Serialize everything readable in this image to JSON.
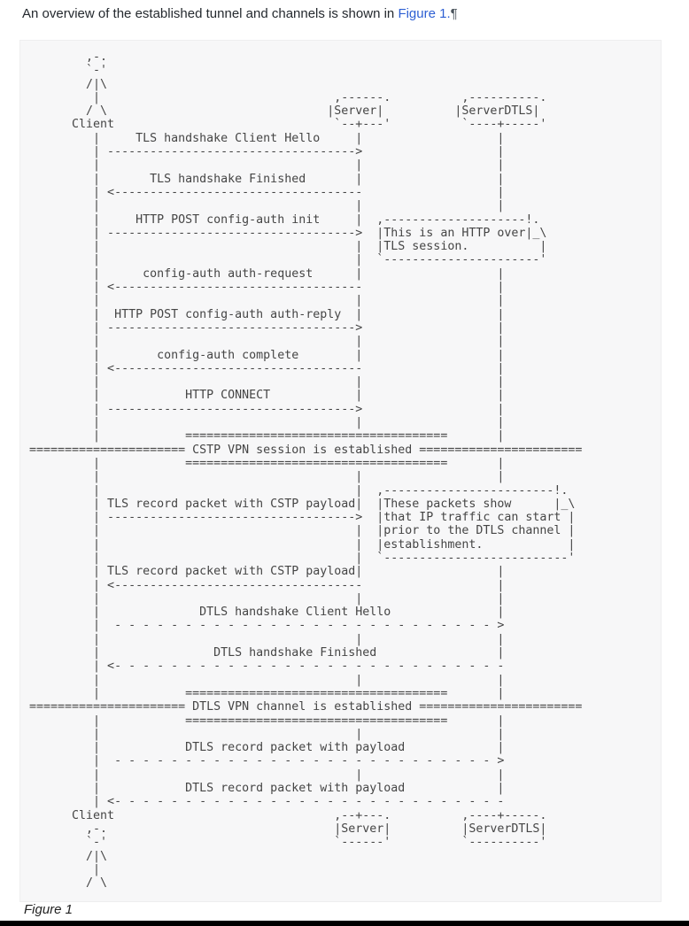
{
  "page": {
    "paragraph_text": "An overview of the established tunnel and channels is shown in ",
    "link_text": "Figure 1.",
    "pilcrow": "¶"
  },
  "figure": {
    "caption": "Figure 1",
    "lines": [
      "        ,-.",
      "        `-'",
      "        /|\\",
      "         |                                 ,------.          ,----------.",
      "        / \\                               |Server|          |ServerDTLS|",
      "      Client                               `--+---'          `----+-----'",
      "         |     TLS handshake Client Hello     |                   |",
      "         | ----------------------------------->                   |",
      "         |                                    |                   |",
      "         |       TLS handshake Finished       |                   |",
      "         | <-----------------------------------                   |",
      "         |                                    |                   |",
      "         |     HTTP POST config-auth init     |  ,--------------------!.",
      "         | ----------------------------------->  |This is an HTTP over|_\\",
      "         |                                    |  |TLS session.          |",
      "         |                                    |  `----------------------'",
      "         |      config-auth auth-request      |                   |",
      "         | <-----------------------------------                   |",
      "         |                                    |                   |",
      "         |  HTTP POST config-auth auth-reply  |                   |",
      "         | ----------------------------------->                   |",
      "         |                                    |                   |",
      "         |        config-auth complete        |                   |",
      "         | <-----------------------------------                   |",
      "         |                                    |                   |",
      "         |            HTTP CONNECT            |                   |",
      "         | ----------------------------------->                   |",
      "         |                                    |                   |",
      "         |            =====================================       |",
      "====================== CSTP VPN session is established =======================",
      "         |            =====================================       |",
      "         |                                    |                   |",
      "         |                                    |  ,------------------------!.",
      "         | TLS record packet with CSTP payload|  |These packets show      |_\\",
      "         | ----------------------------------->  |that IP traffic can start |",
      "         |                                    |  |prior to the DTLS channel |",
      "         |                                    |  |establishment.            |",
      "         |                                    |  `--------------------------'",
      "         | TLS record packet with CSTP payload|                   |",
      "         | <-----------------------------------                   |",
      "         |                                    |                   |",
      "         |              DTLS handshake Client Hello               |",
      "         |  - - - - - - - - - - - - - - - - - - - - - - - - - - - >",
      "         |                                    |                   |",
      "         |                DTLS handshake Finished                 |",
      "         | <- - - - - - - - - - - - - - - - - - - - - - - - - - - -",
      "         |                                    |                   |",
      "         |            =====================================       |",
      "====================== DTLS VPN channel is established =======================",
      "         |            =====================================       |",
      "         |                                    |                   |",
      "         |            DTLS record packet with payload             |",
      "         |  - - - - - - - - - - - - - - - - - - - - - - - - - - - >",
      "         |                                    |                   |",
      "         |            DTLS record packet with payload             |",
      "         | <- - - - - - - - - - - - - - - - - - - - - - - - - - - -",
      "      Client                               ,--+---.          ,----+-----.",
      "        ,-.                                |Server|          |ServerDTLS|",
      "        `-'                                `------'          `----------'",
      "        /|\\",
      "         |",
      "        / \\"
    ]
  },
  "colors": {
    "link": "#2d5fd3",
    "figure_background": "#f7f7f8",
    "ascii_text": "#454545",
    "bottom_bar": "#000000"
  }
}
